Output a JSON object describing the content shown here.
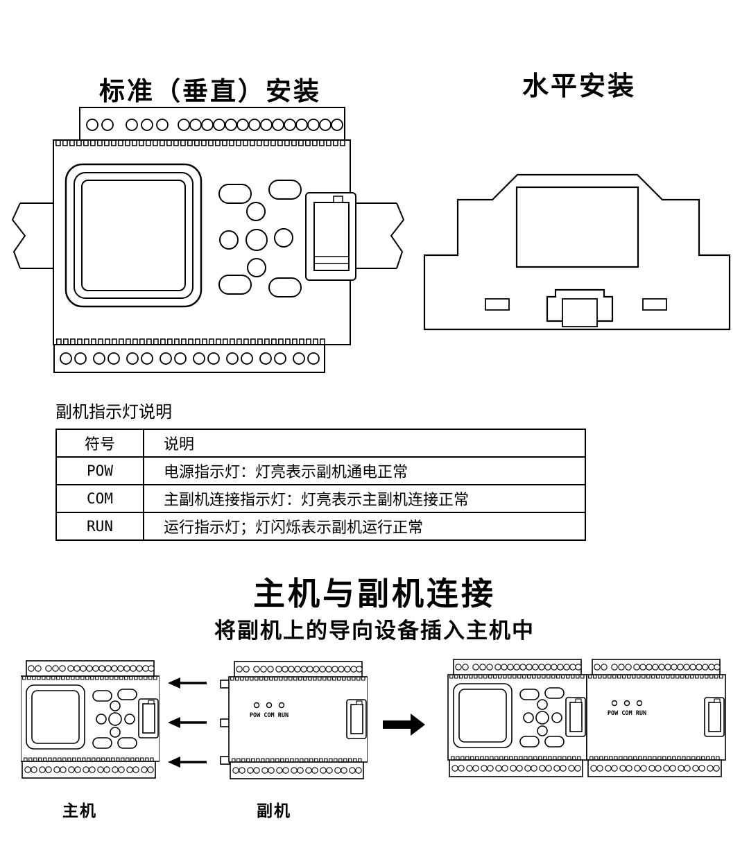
{
  "titles": {
    "vertical": "标准（垂直）安装",
    "horizontal": "水平安装"
  },
  "indicator_section": {
    "heading": "副机指示灯说明",
    "table": {
      "col_symbol": "符号",
      "col_desc": "说明",
      "rows": [
        {
          "symbol": "POW",
          "desc": "电源指示灯：灯亮表示副机通电正常"
        },
        {
          "symbol": "COM",
          "desc": "主副机连接指示灯：灯亮表示主副机连接正常"
        },
        {
          "symbol": "RUN",
          "desc": "运行指示灯；灯闪烁表示副机运行正常"
        }
      ]
    }
  },
  "connection_section": {
    "title": "主机与副机连接",
    "subtitle": "将副机上的导向设备插入主机中",
    "master_label": "主机",
    "slave_label": "副机",
    "indicator_text": "POW COM RUN"
  },
  "colors": {
    "ink": "#000000",
    "background": "#ffffff"
  }
}
